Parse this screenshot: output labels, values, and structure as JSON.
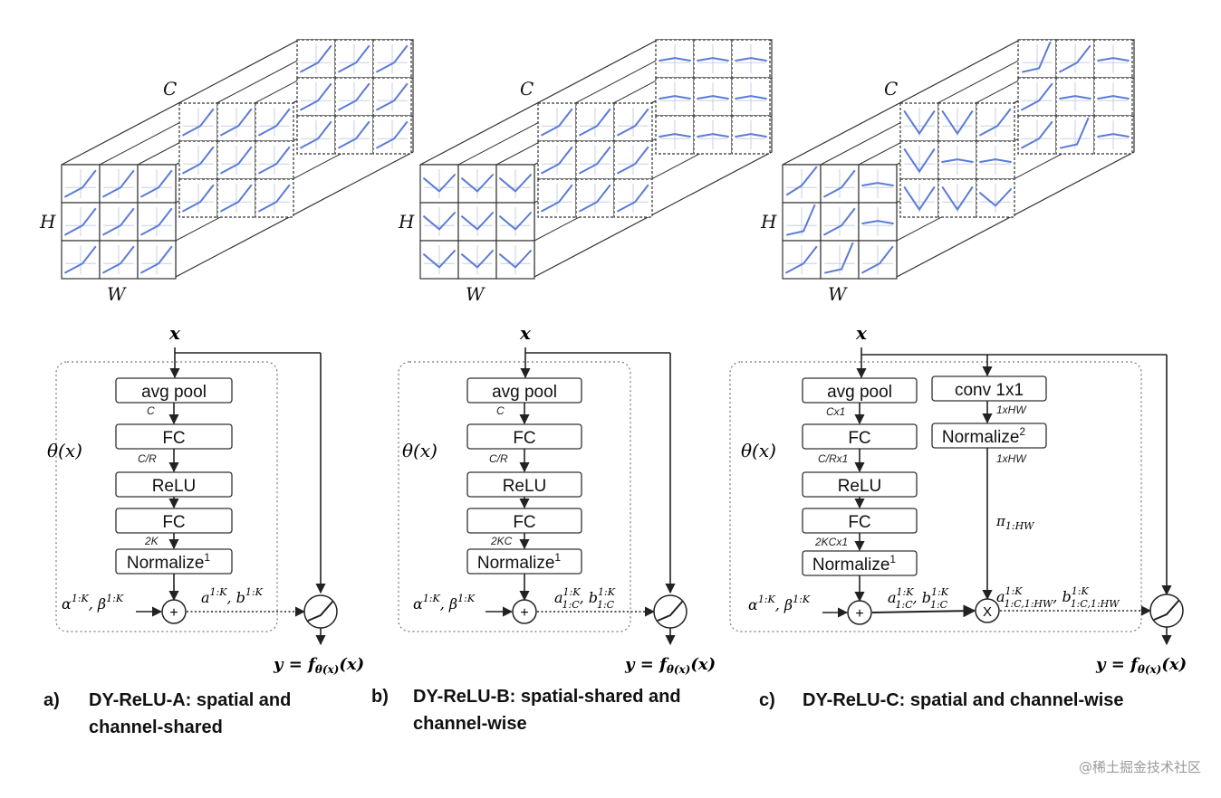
{
  "colors": {
    "curve": "#5b7bd5",
    "grid": "#c7cfe6",
    "line": "#222222"
  },
  "axes": {
    "c": "C",
    "h": "H",
    "w": "W"
  },
  "panels": [
    {
      "id": "a",
      "input": "x",
      "theta": "θ(x)",
      "output": "y = f",
      "output_sub": "θ(x)",
      "output_arg": "(x)",
      "alpha_beta": "α1:K, β1:K",
      "ab_label": "a1:K, b1:K",
      "boxes": [
        "avg pool",
        "FC",
        "ReLU",
        "FC",
        "Normalize"
      ],
      "normalize_sup": "1",
      "dims": [
        "C",
        "C/R",
        "",
        "2K"
      ],
      "caption_letter": "a)",
      "caption_lines": [
        "DY-ReLU-A: spatial and",
        "channel-shared"
      ]
    },
    {
      "id": "b",
      "input": "x",
      "theta": "θ(x)",
      "output": "y = f",
      "output_sub": "θ(x)",
      "output_arg": "(x)",
      "alpha_beta": "α1:K, β1:K",
      "ab_label": "a1:K1:C, b1:K1:C",
      "boxes": [
        "avg pool",
        "FC",
        "ReLU",
        "FC",
        "Normalize"
      ],
      "normalize_sup": "1",
      "dims": [
        "C",
        "C/R",
        "",
        "2KC"
      ],
      "caption_letter": "b)",
      "caption_lines": [
        "DY-ReLU-B: spatial-shared and",
        "channel-wise"
      ]
    },
    {
      "id": "c",
      "input": "x",
      "theta": "θ(x)",
      "output": "y = f",
      "output_sub": "θ(x)",
      "output_arg": "(x)",
      "alpha_beta": "α1:K, β1:K",
      "ab_label": "a1:K1:C, b1:K1:C",
      "ab_label2": "a1:K1:C,1:HW, b1:K1:C,1:HW",
      "boxes": [
        "avg pool",
        "FC",
        "ReLU",
        "FC",
        "Normalize"
      ],
      "normalize_sup": "1",
      "dims": [
        "Cx1",
        "C/Rx1",
        "",
        "2KCx1"
      ],
      "conv_box": "conv 1x1",
      "normalize2": "Normalize",
      "normalize2_sup": "2",
      "conv_dims": [
        "1xHW",
        "1xHW"
      ],
      "pi_label": "π1:HW",
      "mult": "X",
      "caption_letter": "c)",
      "caption_lines": [
        "DY-ReLU-C: spatial and channel-wise"
      ]
    }
  ],
  "plus": "+",
  "watermark": "@稀土掘金技术社区"
}
